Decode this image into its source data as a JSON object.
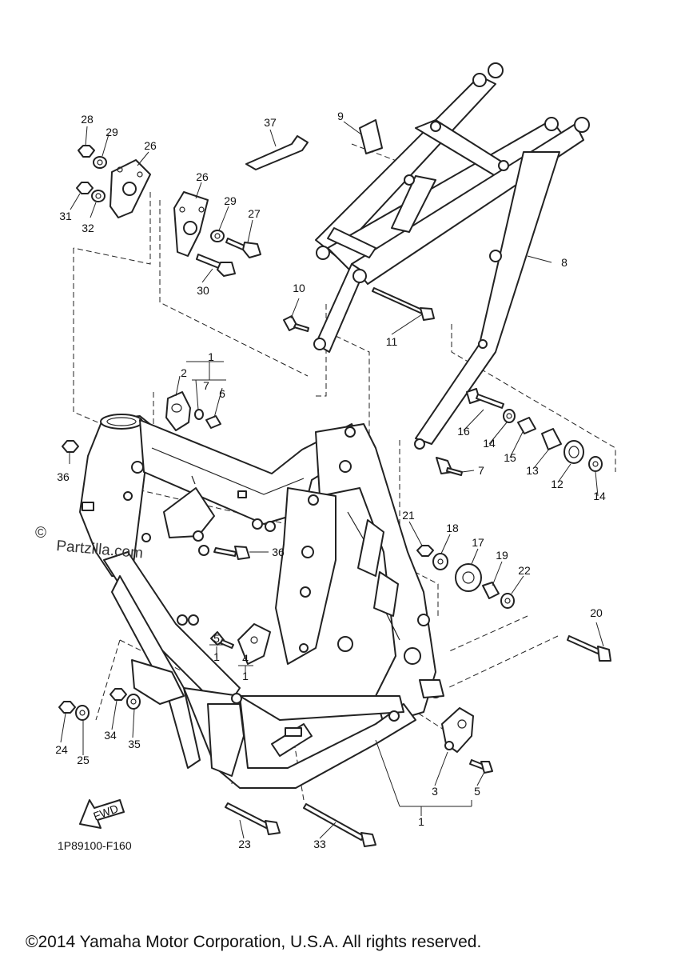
{
  "diagram_code": "1P89100-F160",
  "fwd_label": "FWD",
  "watermark": "Partzilla.com",
  "watermark_symbol": "©",
  "copyright": "©2014 Yamaha Motor Corporation, U.S.A. All rights reserved.",
  "callouts": {
    "c1a": "1",
    "c1b": "1",
    "c1c": "1",
    "c1d": "1",
    "c2": "2",
    "c3": "3",
    "c4": "4",
    "c5a": "5",
    "c5b": "5",
    "c6": "6",
    "c7a": "7",
    "c7b": "7",
    "c8": "8",
    "c9": "9",
    "c10": "10",
    "c11": "11",
    "c12": "12",
    "c13": "13",
    "c14a": "14",
    "c14b": "14",
    "c15": "15",
    "c16": "16",
    "c17": "17",
    "c18": "18",
    "c19": "19",
    "c20": "20",
    "c21": "21",
    "c22": "22",
    "c23": "23",
    "c24": "24",
    "c25": "25",
    "c26a": "26",
    "c26b": "26",
    "c27": "27",
    "c28": "28",
    "c29a": "29",
    "c29b": "29",
    "c30": "30",
    "c31": "31",
    "c32": "32",
    "c33": "33",
    "c34": "34",
    "c35": "35",
    "c36a": "36",
    "c36b": "36",
    "c37": "37"
  }
}
